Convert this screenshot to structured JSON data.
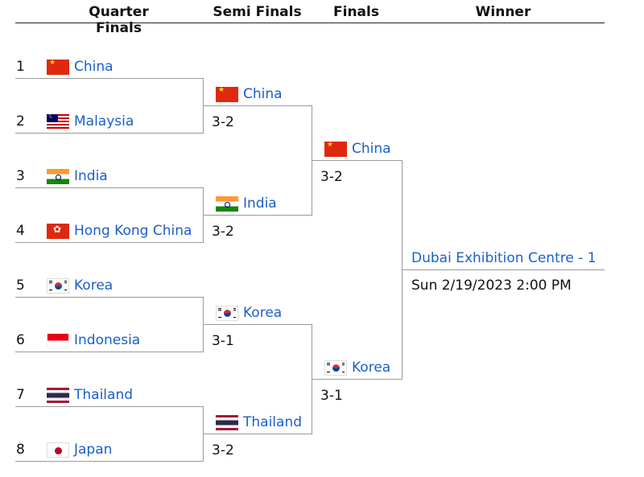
{
  "headers": {
    "quarter_finals": "Quarter Finals",
    "semi_finals": "Semi Finals",
    "finals": "Finals",
    "winner": "Winner"
  },
  "quarter_finals": [
    {
      "seed": "1",
      "team": "China",
      "flag": "china-flag-icon"
    },
    {
      "seed": "2",
      "team": "Malaysia",
      "flag": "malaysia-flag-icon"
    },
    {
      "seed": "3",
      "team": "India",
      "flag": "india-flag-icon"
    },
    {
      "seed": "4",
      "team": "Hong Kong China",
      "flag": "hong-kong-flag-icon"
    },
    {
      "seed": "5",
      "team": "Korea",
      "flag": "korea-flag-icon"
    },
    {
      "seed": "6",
      "team": "Indonesia",
      "flag": "indonesia-flag-icon"
    },
    {
      "seed": "7",
      "team": "Thailand",
      "flag": "thailand-flag-icon"
    },
    {
      "seed": "8",
      "team": "Japan",
      "flag": "japan-flag-icon"
    }
  ],
  "semi_finals": [
    {
      "team": "China",
      "score": "3-2"
    },
    {
      "team": "India",
      "score": "3-2"
    },
    {
      "team": "Korea",
      "score": "3-1"
    },
    {
      "team": "Thailand",
      "score": "3-2"
    }
  ],
  "finals": [
    {
      "team": "China",
      "score": "3-2"
    },
    {
      "team": "Korea",
      "score": "3-1"
    }
  ],
  "winner": {
    "venue": "Dubai Exhibition Centre - 1",
    "datetime": "Sun 2/19/2023 2:00 PM"
  }
}
